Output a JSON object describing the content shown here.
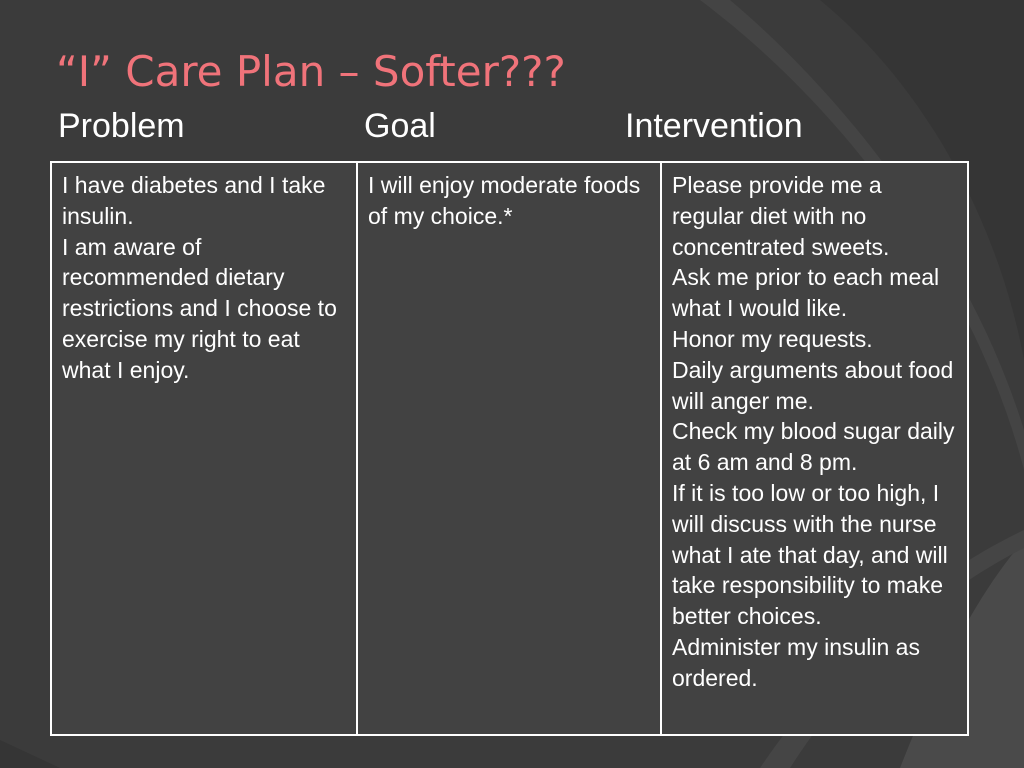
{
  "slide": {
    "title": "“I” Care Plan – Softer???",
    "columns": {
      "problem": "Problem",
      "goal": "Goal",
      "intervention": "Intervention"
    },
    "row": {
      "problem": [
        "I have diabetes and I take insulin.",
        "I am aware of recommended dietary restrictions and I choose to exercise my right to eat what I enjoy."
      ],
      "goal": [
        "I will enjoy moderate foods of my choice.*"
      ],
      "intervention": [
        "Please provide me a regular diet with no concentrated sweets.",
        "Ask me prior to each meal what I would like.",
        "Honor my requests.",
        "Daily arguments about food will anger me.",
        "Check my blood sugar daily at 6 am and 8 pm.",
        "If it is too low or too high, I will discuss with the nurse what I ate that day, and will take responsibility to make better choices.",
        "Administer my insulin as ordered."
      ]
    }
  },
  "colors": {
    "background": "#3c3c3c",
    "title": "#f0737a",
    "text": "#ffffff",
    "table_border": "#ffffff"
  }
}
